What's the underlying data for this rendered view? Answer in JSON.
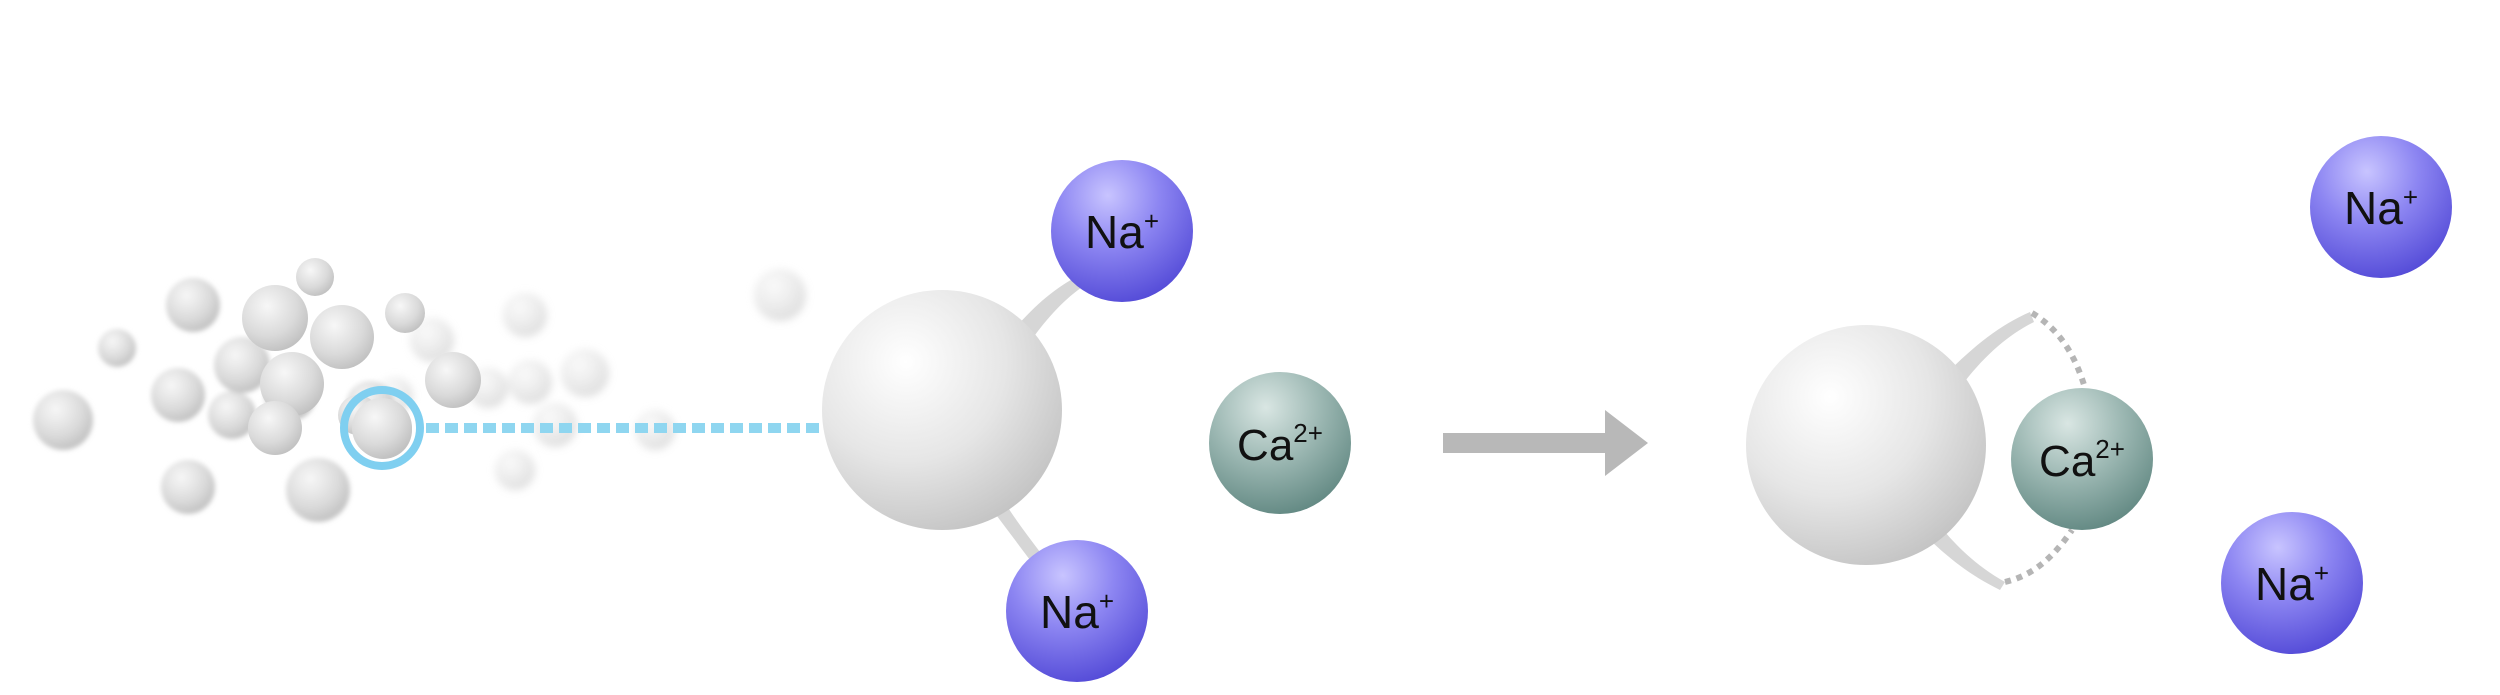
{
  "diagram": {
    "before": {
      "ions": [
        {
          "id": "na-top",
          "base": "Na",
          "charge": "+"
        },
        {
          "id": "na-bottom",
          "base": "Na",
          "charge": "+"
        },
        {
          "id": "ca-free",
          "base": "Ca",
          "charge": "2+"
        }
      ]
    },
    "after": {
      "ions": [
        {
          "id": "ca-bound",
          "base": "Ca",
          "charge": "2+"
        },
        {
          "id": "na-free-top",
          "base": "Na",
          "charge": "+"
        },
        {
          "id": "na-free-bottom",
          "base": "Na",
          "charge": "+"
        }
      ]
    },
    "colors": {
      "sodium_ion": "#6a63e6",
      "calcium_ion": "#6f9690",
      "resin_bead": "#dcdcdc",
      "highlight_ring": "#7fcff0",
      "link_line": "#8fd6f0",
      "arrow": "#b8b8b8"
    }
  }
}
